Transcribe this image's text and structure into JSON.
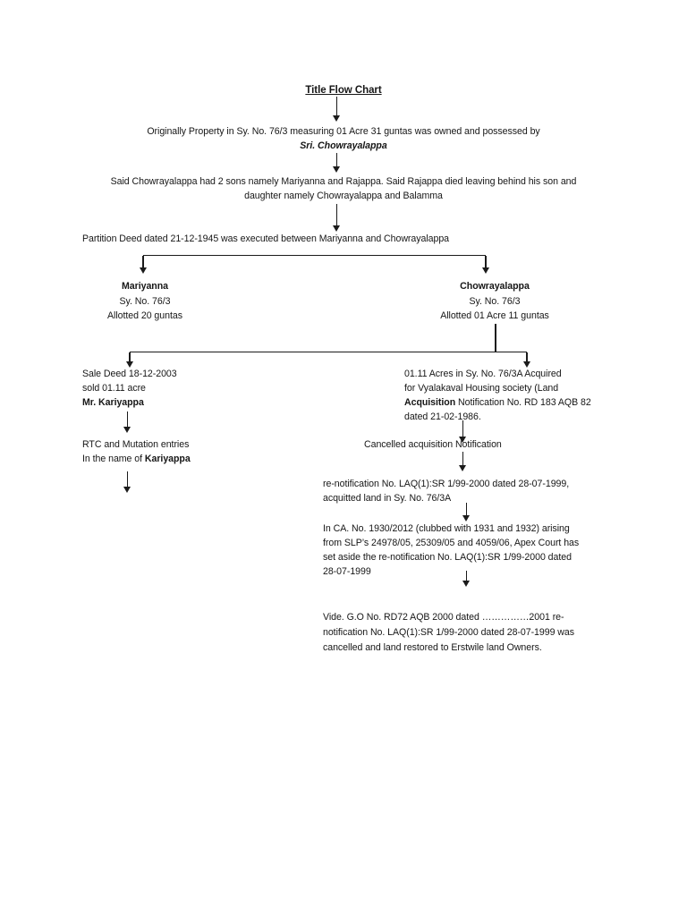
{
  "page": {
    "background": "#ffffff",
    "ink": "#161616",
    "line_color": "#1b1b1b"
  },
  "flow": {
    "title": "Title Flow Chart",
    "origin": {
      "line1": "Originally Property in Sy. No. 76/3 measuring 01 Acre 31 guntas was owned and possessed by",
      "line2": "Sri. Chowrayalappa"
    },
    "sons": {
      "line1": "Said Chowrayalappa had 2 sons namely Mariyanna and Rajappa. Said Rajappa died leaving behind his son and",
      "line2": "daughter namely Chowrayalappa and Balamma"
    },
    "partition": "Partition Deed dated 21-12-1945 was executed between Mariyanna and Chowrayalappa",
    "left_heir": {
      "name": "Mariyanna",
      "survey": "Sy. No. 76/3",
      "allotment": "Allotted 20 guntas"
    },
    "right_heir": {
      "name": "Chowrayalappa",
      "survey": "Sy. No. 76/3",
      "allotment": "Allotted 01 Acre 11 guntas"
    },
    "sale_deed": {
      "line1": "Sale Deed 18-12-2003",
      "line2": "sold 01.11 acre",
      "line3": "Mr. Kariyappa"
    },
    "rtc": {
      "line1": "RTC and Mutation entries",
      "line2_prefix": "In the name of ",
      "line2_name": "Kariyappa"
    },
    "acquisition": {
      "line1": "01.11 Acres in Sy. No. 76/3A Acquired",
      "line2": "for Vyalakaval Housing society (Land",
      "line3_bold": "Acquisition",
      "line3_rest": " Notification No. RD 183 AQB 82",
      "line4": "dated 21-02-1986."
    },
    "cancelled": "Cancelled acquisition Notification",
    "renotify": {
      "line1": "re-notification No. LAQ(1):SR 1/99-2000 dated 28-07-1999,",
      "line2": "acquitted land in Sy. No. 76/3A"
    },
    "apex": {
      "line1": "In CA. No. 1930/2012 (clubbed with 1931 and 1932) arising",
      "line2": "from SLP’s 24978/05, 25309/05 and 4059/06, Apex Court has",
      "line3": "set aside the re-notification No. LAQ(1):SR 1/99-2000 dated",
      "line4": "28-07-1999"
    },
    "vide": {
      "line1": "Vide. G.O No. RD72 AQB 2000 dated ……………2001 re-",
      "line2": "notification No. LAQ(1):SR 1/99-2000 dated 28-07-1999 was",
      "line3": "cancelled and land restored to Erstwile land Owners."
    }
  }
}
